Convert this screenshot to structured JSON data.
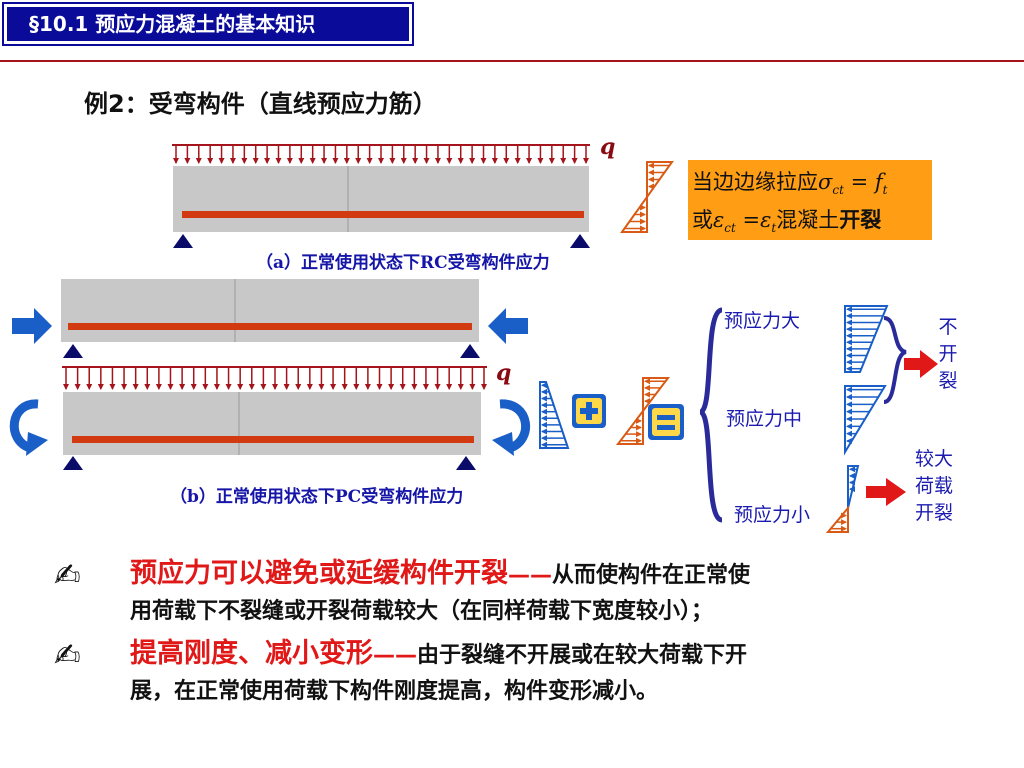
{
  "header": {
    "title": "§10.1  预应力混凝土的基本知识"
  },
  "example": {
    "prefix": "例",
    "number": "2",
    "colon": "：",
    "title": "受弯构件（直线预应力筋）"
  },
  "load_label": "q",
  "caption_a": {
    "paren": "（a）",
    "text1": "正常使用状态下",
    "abbr": "RC",
    "text2": "受弯构件应力"
  },
  "caption_b": {
    "paren": "（b）",
    "text1": "正常使用状态下",
    "abbr": "PC",
    "text2": "受弯构件应力"
  },
  "crack_box": {
    "line1_text": "当边边缘拉应",
    "sigma": "σ",
    "sigma_sub": "ct",
    "eq": "=",
    "f": "f",
    "f_sub": "t",
    "line2_prefix": "或",
    "eps": "ε",
    "eps_sub": "ct",
    "eps2": "ε",
    "eps2_sub": "t",
    "line2_mid": "混凝土",
    "line2_end": "开裂"
  },
  "ops": {
    "plus": "+",
    "equals": "="
  },
  "cases": {
    "large": "预应力大",
    "medium": "预应力中",
    "small": "预应力小"
  },
  "outcomes": {
    "no_crack": "不开裂",
    "crack_1": "较大",
    "crack_2": "荷载",
    "crack_3": "开裂"
  },
  "bullets": [
    {
      "red": "预应力可以避免或延缓构件开裂",
      "dash": "——",
      "line1": "从而使构件在正常使",
      "line2": "用荷载下不裂缝或开裂荷载较大（在同样荷载下宽度较小）；"
    },
    {
      "red": "提高刚度、减小变形",
      "dash": "——",
      "line1": "由于裂缝不开展或在较大荷载下开",
      "line2": "展，在正常使用荷载下构件刚度提高，构件变形减小。"
    }
  ],
  "colors": {
    "navy": "#0b0b9a",
    "tendon": "#d23a12",
    "stress_blue": "#1a5fc8",
    "stress_orange": "#d85a14",
    "beam": "#c8c8c8",
    "dark_red": "#a4141a",
    "orange_box": "#ff9e14",
    "red_text": "#e01818"
  },
  "icons": [
    "pen-bullet-icon",
    "support-triangle-icon",
    "force-arrow-icon",
    "moment-arrow-icon",
    "red-arrow-icon"
  ]
}
